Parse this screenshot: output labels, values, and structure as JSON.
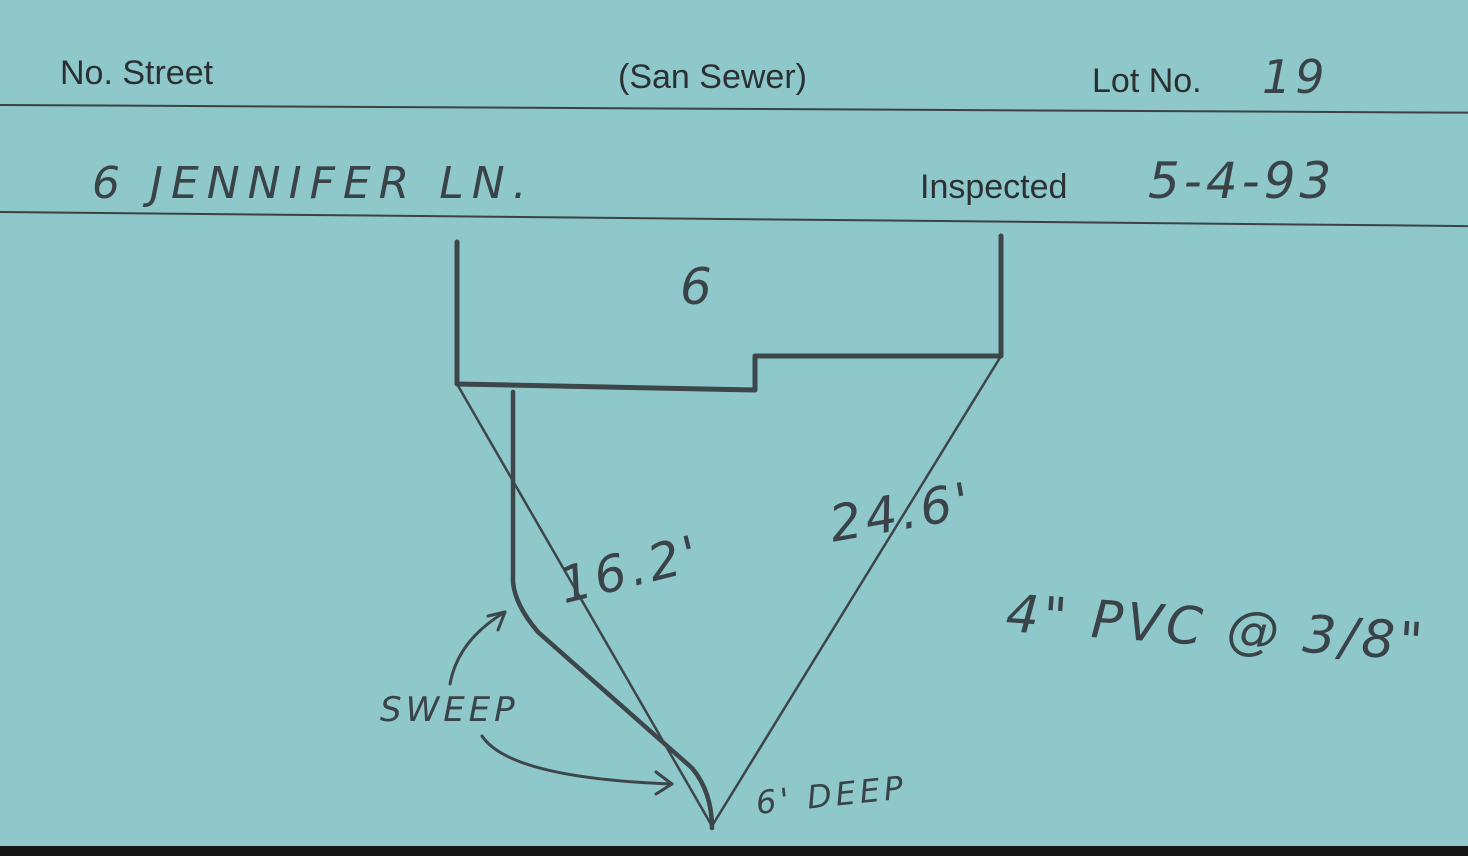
{
  "card": {
    "header": {
      "street_label": "No. Street",
      "type_label": "(San Sewer)",
      "lot_label": "Lot No.",
      "lot_value": "19"
    },
    "address_row": {
      "address": "6 JENNIFER LN.",
      "inspected_label": "Inspected",
      "inspected_date": "5-4-93"
    },
    "sketch": {
      "lot_number": "6",
      "dim_left": "16.2'",
      "dim_right": "24.6'",
      "sweep_label": "SWEEP",
      "depth_label": "6' DEEP",
      "pipe_note": "4\" PVC @ 3/8\""
    }
  }
}
